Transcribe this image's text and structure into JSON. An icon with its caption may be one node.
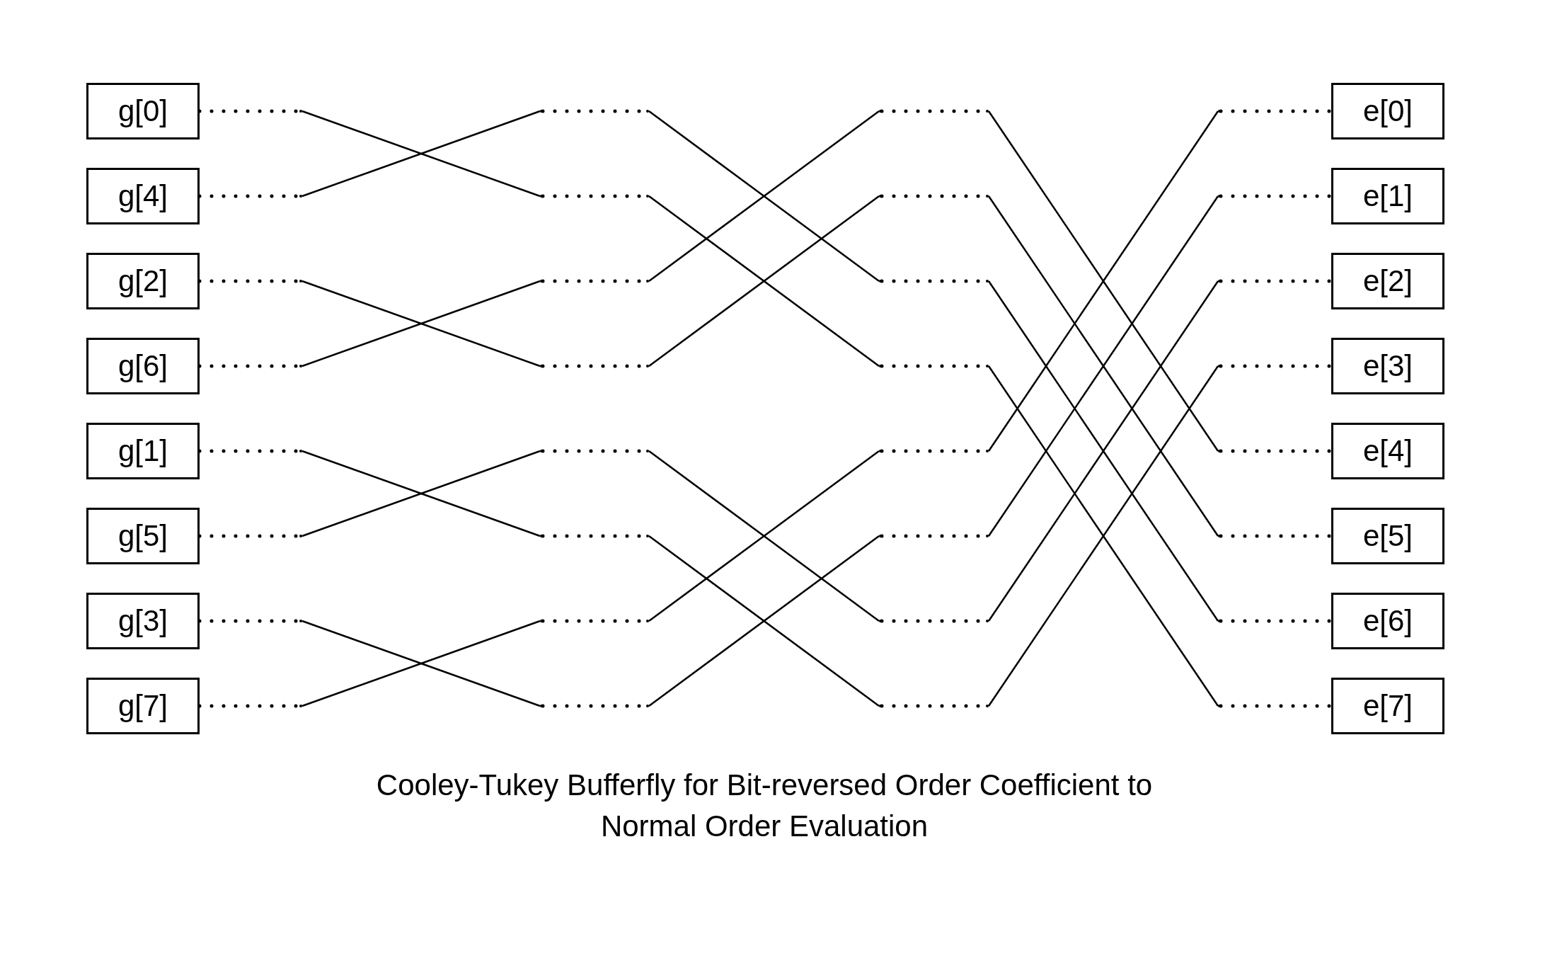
{
  "diagram": {
    "caption": "Cooley-Tukey Bufferfly for Bit-reversed Order Coefficient to Normal Order Evaluation",
    "nodes": [
      {
        "text": [
          "g[0]"
        ]
      },
      {
        "text": [
          "g[4]"
        ]
      },
      {
        "text": [
          "g[2]"
        ]
      },
      {
        "text": [
          "g[6]"
        ]
      },
      {
        "text": [
          "g[1]"
        ]
      },
      {
        "text": [
          "g[5]"
        ]
      },
      {
        "text": [
          "g[3]"
        ]
      },
      {
        "text": [
          "g[7]"
        ]
      },
      {
        "text": [],
        "shape": "point"
      },
      {
        "text": [],
        "shape": "point"
      },
      {
        "text": [],
        "shape": "point"
      },
      {
        "text": [],
        "shape": "point"
      },
      {
        "text": [],
        "shape": "point"
      },
      {
        "text": [],
        "shape": "point"
      },
      {
        "text": [],
        "shape": "point"
      },
      {
        "text": [],
        "shape": "point"
      },
      {
        "text": [],
        "shape": "point"
      },
      {
        "text": [],
        "shape": "point"
      },
      {
        "text": [],
        "shape": "point"
      },
      {
        "text": [],
        "shape": "point"
      },
      {
        "text": [],
        "shape": "point"
      },
      {
        "text": [],
        "shape": "point"
      },
      {
        "text": [],
        "shape": "point"
      },
      {
        "text": [],
        "shape": "point"
      },
      {
        "text": [],
        "shape": "point"
      },
      {
        "text": [],
        "shape": "point"
      },
      {
        "text": [],
        "shape": "point"
      },
      {
        "text": [],
        "shape": "point"
      },
      {
        "text": [],
        "shape": "point"
      },
      {
        "text": [],
        "shape": "point"
      },
      {
        "text": [],
        "shape": "point"
      },
      {
        "text": [],
        "shape": "point"
      },
      {
        "text": [],
        "shape": "point"
      },
      {
        "text": [],
        "shape": "point"
      },
      {
        "text": [],
        "shape": "point"
      },
      {
        "text": [],
        "shape": "point"
      },
      {
        "text": [],
        "shape": "point"
      },
      {
        "text": [],
        "shape": "point"
      },
      {
        "text": [],
        "shape": "point"
      },
      {
        "text": [],
        "shape": "point"
      },
      {
        "text": [],
        "shape": "point"
      },
      {
        "text": [],
        "shape": "point"
      },
      {
        "text": [],
        "shape": "point"
      },
      {
        "text": [],
        "shape": "point"
      },
      {
        "text": [],
        "shape": "point"
      },
      {
        "text": [],
        "shape": "point"
      },
      {
        "text": [],
        "shape": "point"
      },
      {
        "text": [],
        "shape": "point"
      },
      {
        "text": [],
        "shape": "point"
      },
      {
        "text": [],
        "shape": "point"
      },
      {
        "text": [],
        "shape": "point"
      },
      {
        "text": [],
        "shape": "point"
      },
      {
        "text": [],
        "shape": "point"
      },
      {
        "text": [],
        "shape": "point"
      },
      {
        "text": [],
        "shape": "point"
      },
      {
        "text": [],
        "shape": "point"
      },
      {
        "text": [
          "e[0]"
        ]
      },
      {
        "text": [
          "e[1]"
        ]
      },
      {
        "text": [
          "e[2]"
        ]
      },
      {
        "text": [
          "e[3]"
        ]
      },
      {
        "text": [
          "e[4]"
        ]
      },
      {
        "text": [
          "e[5]"
        ]
      },
      {
        "text": [
          "e[6]"
        ]
      },
      {
        "text": [
          "e[7]"
        ]
      }
    ],
    "edges": [
      {
        "from": 0,
        "to": 8,
        "arrow": "none",
        "style": "dashed"
      },
      {
        "from": 1,
        "to": 9,
        "arrow": "none",
        "style": "dashed"
      },
      {
        "from": 2,
        "to": 10,
        "arrow": "none",
        "style": "dashed"
      },
      {
        "from": 3,
        "to": 11,
        "arrow": "none",
        "style": "dashed"
      },
      {
        "from": 4,
        "to": 12,
        "arrow": "none",
        "style": "dashed"
      },
      {
        "from": 5,
        "to": 13,
        "arrow": "none",
        "style": "dashed"
      },
      {
        "from": 6,
        "to": 14,
        "arrow": "none",
        "style": "dashed"
      },
      {
        "from": 7,
        "to": 15,
        "arrow": "none",
        "style": "dashed"
      },
      {
        "from": 8,
        "to": 17,
        "arrow": "none"
      },
      {
        "from": 9,
        "to": 16,
        "arrow": "none"
      },
      {
        "from": 10,
        "to": 19,
        "arrow": "none"
      },
      {
        "from": 11,
        "to": 18,
        "arrow": "none"
      },
      {
        "from": 12,
        "to": 21,
        "arrow": "none"
      },
      {
        "from": 13,
        "to": 20,
        "arrow": "none"
      },
      {
        "from": 14,
        "to": 23,
        "arrow": "none"
      },
      {
        "from": 15,
        "to": 22,
        "arrow": "none"
      },
      {
        "from": 16,
        "to": 24,
        "arrow": "none",
        "style": "dashed"
      },
      {
        "from": 17,
        "to": 25,
        "arrow": "none",
        "style": "dashed"
      },
      {
        "from": 18,
        "to": 26,
        "arrow": "none",
        "style": "dashed"
      },
      {
        "from": 19,
        "to": 27,
        "arrow": "none",
        "style": "dashed"
      },
      {
        "from": 20,
        "to": 28,
        "arrow": "none",
        "style": "dashed"
      },
      {
        "from": 21,
        "to": 29,
        "arrow": "none",
        "style": "dashed"
      },
      {
        "from": 22,
        "to": 30,
        "arrow": "none",
        "style": "dashed"
      },
      {
        "from": 23,
        "to": 31,
        "arrow": "none",
        "style": "dashed"
      },
      {
        "from": 24,
        "to": 34,
        "arrow": "none"
      },
      {
        "from": 25,
        "to": 35,
        "arrow": "none"
      },
      {
        "from": 26,
        "to": 32,
        "arrow": "none"
      },
      {
        "from": 27,
        "to": 33,
        "arrow": "none"
      },
      {
        "from": 28,
        "to": 38,
        "arrow": "none"
      },
      {
        "from": 29,
        "to": 39,
        "arrow": "none"
      },
      {
        "from": 30,
        "to": 36,
        "arrow": "none"
      },
      {
        "from": 31,
        "to": 37,
        "arrow": "none"
      },
      {
        "from": 32,
        "to": 40,
        "arrow": "none",
        "style": "dashed"
      },
      {
        "from": 33,
        "to": 41,
        "arrow": "none",
        "style": "dashed"
      },
      {
        "from": 34,
        "to": 42,
        "arrow": "none",
        "style": "dashed"
      },
      {
        "from": 35,
        "to": 43,
        "arrow": "none",
        "style": "dashed"
      },
      {
        "from": 36,
        "to": 44,
        "arrow": "none",
        "style": "dashed"
      },
      {
        "from": 37,
        "to": 45,
        "arrow": "none",
        "style": "dashed"
      },
      {
        "from": 38,
        "to": 46,
        "arrow": "none",
        "style": "dashed"
      },
      {
        "from": 39,
        "to": 47,
        "arrow": "none",
        "style": "dashed"
      },
      {
        "from": 40,
        "to": 52,
        "arrow": "none"
      },
      {
        "from": 41,
        "to": 53,
        "arrow": "none"
      },
      {
        "from": 42,
        "to": 54,
        "arrow": "none"
      },
      {
        "from": 43,
        "to": 55,
        "arrow": "none"
      },
      {
        "from": 44,
        "to": 48,
        "arrow": "none"
      },
      {
        "from": 45,
        "to": 49,
        "arrow": "none"
      },
      {
        "from": 46,
        "to": 50,
        "arrow": "none"
      },
      {
        "from": 47,
        "to": 51,
        "arrow": "none"
      },
      {
        "from": 48,
        "to": 56,
        "arrow": "none",
        "style": "dashed"
      },
      {
        "from": 49,
        "to": 57,
        "arrow": "none",
        "style": "dashed"
      },
      {
        "from": 50,
        "to": 58,
        "arrow": "none",
        "style": "dashed"
      },
      {
        "from": 51,
        "to": 59,
        "arrow": "none",
        "style": "dashed"
      },
      {
        "from": 52,
        "to": 60,
        "arrow": "none",
        "style": "dashed"
      },
      {
        "from": 53,
        "to": 61,
        "arrow": "none",
        "style": "dashed"
      },
      {
        "from": 54,
        "to": 62,
        "arrow": "none",
        "style": "dashed"
      },
      {
        "from": 55,
        "to": 63,
        "arrow": "none",
        "style": "dashed"
      }
    ]
  }
}
